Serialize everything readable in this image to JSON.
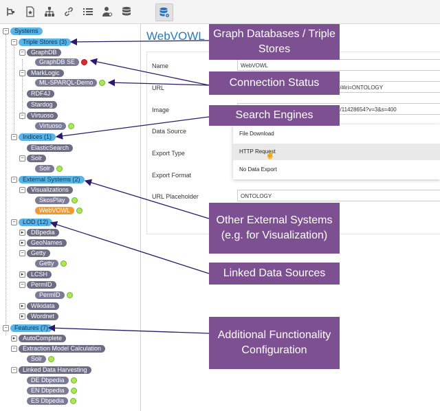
{
  "toolbar": {
    "icons": [
      "hierarchy-icon",
      "star-document-icon",
      "org-chart-icon",
      "link-icon",
      "list-icon",
      "user-settings-icon",
      "database-icon",
      "database-settings-icon"
    ]
  },
  "tree": {
    "systems": "Systems",
    "triple_stores": "Triple Stores (3)",
    "graphdb": "GraphDB",
    "graphdb_se": "GraphDB SE",
    "marklogic": "MarkLogic",
    "ml_sparql_demo": "ML-SPARQL-Demo",
    "rdf4j": "RDF4J",
    "stardog": "Stardog",
    "virtuoso": "Virtuoso",
    "virtuoso_leaf": "Virtuoso",
    "indices": "Indices (1)",
    "elasticsearch": "ElasticSearch",
    "solr": "Solr",
    "solr_leaf": "Solr",
    "external_systems": "External Systems (2)",
    "visualizations": "Visualizations",
    "skosplay": "SkosPlay",
    "webvowl": "WebVOWL",
    "lod": "LOD (12)",
    "dbpedia": "DBpedia",
    "geonames": "GeoNames",
    "getty": "Getty",
    "getty_leaf": "Getty",
    "lcsh": "LCSH",
    "permid": "PermID",
    "permid_leaf": "PermID",
    "wikidata": "Wikidata",
    "wordnet": "Wordnet",
    "features": "Features (7)",
    "autocomplete": "AutoComplete",
    "extraction": "Extraction Model Calculation",
    "extraction_solr": "Solr",
    "ld_harvesting": "Linked Data Harvesting",
    "de_dbpedia": "DE Dbpedia",
    "en_dbpedia": "EN Dbpedia",
    "es_dbpedia": "ES Dbpedia"
  },
  "form": {
    "title": "WebVOWL",
    "name_label": "Name",
    "name_value": "WebVOWL",
    "url_label": "URL",
    "url_value": "https://visualizator-webvowl.poolparty.biz/#iri=ONTOLOGY",
    "image_label": "Image",
    "image_value": "https://avatars1.githubusercontent.com/u/11428654?v=3&s=400",
    "data_source_label": "Data Source",
    "export_type_label": "Export Type",
    "export_format_label": "Export Format",
    "url_placeholder_label": "URL Placeholder",
    "url_placeholder_value": "ONTOLOGY",
    "dropdown_options": [
      "File Download",
      "HTTP Request",
      "No Data Export"
    ]
  },
  "callouts": {
    "graph_db": "Graph Databases / Triple Stores",
    "connection": "Connection Status",
    "search": "Search Engines",
    "external": "Other External Systems (e.g. for Visualization)",
    "linked": "Linked Data Sources",
    "features": "Additional Functionality Configuration"
  },
  "colors": {
    "callout": "#7d5191",
    "arrow": "#2b1a6b",
    "status_ok": "#aee55a",
    "status_error": "#e12b2b",
    "selected": "#f29a2e",
    "accent": "#2a7ab8"
  }
}
